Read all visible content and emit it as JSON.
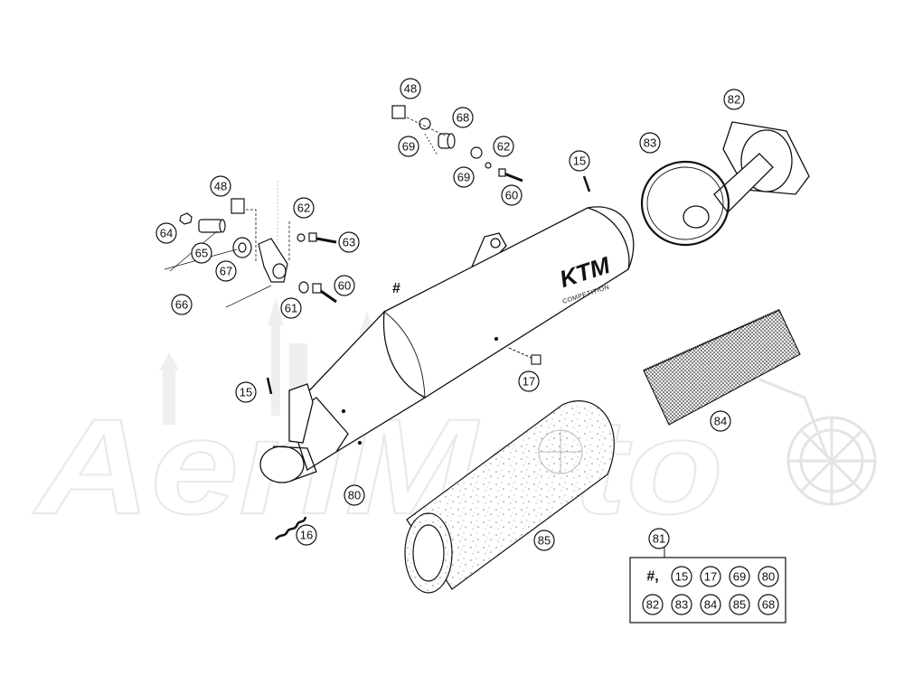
{
  "watermark": {
    "text": "AeriMoto",
    "color": "#e9e9e9"
  },
  "muffler": {
    "brand": "KTM",
    "subtitle": "COMPETITION"
  },
  "callouts": [
    {
      "id": "c48a",
      "label": "48"
    },
    {
      "id": "c68",
      "label": "68"
    },
    {
      "id": "c69a",
      "label": "69"
    },
    {
      "id": "c62a",
      "label": "62"
    },
    {
      "id": "c69b",
      "label": "69"
    },
    {
      "id": "c60a",
      "label": "60"
    },
    {
      "id": "c15a",
      "label": "15"
    },
    {
      "id": "c82",
      "label": "82"
    },
    {
      "id": "c83",
      "label": "83"
    },
    {
      "id": "c48b",
      "label": "48"
    },
    {
      "id": "c62b",
      "label": "62"
    },
    {
      "id": "c64",
      "label": "64"
    },
    {
      "id": "c63",
      "label": "63"
    },
    {
      "id": "c65",
      "label": "65"
    },
    {
      "id": "c67",
      "label": "67"
    },
    {
      "id": "c60b",
      "label": "60"
    },
    {
      "id": "c66",
      "label": "66"
    },
    {
      "id": "c61",
      "label": "61"
    },
    {
      "id": "c17",
      "label": "17"
    },
    {
      "id": "c15b",
      "label": "15"
    },
    {
      "id": "c84",
      "label": "84"
    },
    {
      "id": "c80",
      "label": "80"
    },
    {
      "id": "c16",
      "label": "16"
    },
    {
      "id": "c85",
      "label": "85"
    },
    {
      "id": "c81",
      "label": "81"
    }
  ],
  "hash_label": "#",
  "kit": {
    "row1": [
      "#,",
      "15",
      "17",
      "69",
      "80"
    ],
    "row2": [
      "82",
      "83",
      "84",
      "85",
      "68"
    ]
  }
}
